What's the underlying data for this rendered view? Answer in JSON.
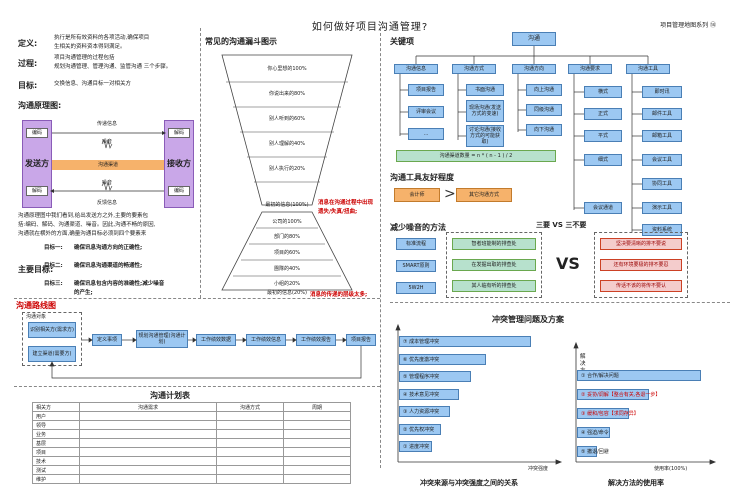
{
  "title": "如何做好项目沟通管理?",
  "series": "项目管理地图系列 ⑭",
  "left": {
    "def_label": "定义:",
    "def_text1": "执行是所有效资料的各项活动,确保项目",
    "def_text2": "生相关的资料资本得到满足。",
    "proc_label": "过程:",
    "proc_text1": "项目沟通管理的过程包括",
    "proc_text2": "规划沟通管理、管理沟通、监管沟通 三个步骤。",
    "goal_label": "目标:",
    "goal_text": "交换信息、沟通目标一对相关方",
    "principle_label": "沟通原理图:",
    "encode": "编码",
    "decode": "解码",
    "transmit": "传递信息",
    "feedback": "反馈信息",
    "noise": "噪音",
    "channel": "沟通渠道",
    "sender": "发送方",
    "receiver": "接收方",
    "desc1": "沟通原理图中我们看到,给出发送方之外,主要的要素包",
    "desc2": "括:编码、解码、沟通渠道、噪音。因此,沟通不畅的原因,",
    "desc3": "沟通就在横外的方面,确量沟通目标必须到四个要素来",
    "main_goal_label": "主要目标:",
    "g1_label": "目标一:",
    "g1_text": "确保讯息沟通方向的正确性;",
    "g2_label": "目标二:",
    "g2_text": "确保讯息沟通渠道的畅通性;",
    "g3_label": "目标三:",
    "g3_text1": "确保讯息包含内容的准确性;减少噪音",
    "g3_text2": "的产生;"
  },
  "funnel": {
    "title": "常见的沟通漏斗图示",
    "layers": [
      "你心里想的100%",
      "你说出来的80%",
      "别人听到的60%",
      "别人理解的40%",
      "别人执行的20%"
    ],
    "note_top": "最初的信息(100%)",
    "warn1": "消息在沟通过程中出现",
    "warn2": "遗失/失真/扭曲;",
    "layers2": [
      "公司的100%",
      "部门的80%",
      "项目的60%",
      "團隊的40%",
      "小组的20%"
    ],
    "note_bottom": "最初的信息(20%)",
    "warn3": "消息的传递的层级太多;"
  },
  "keys": {
    "label": "关键项",
    "root": "沟通",
    "cats": [
      "沟通信息",
      "沟通方式",
      "沟通方向",
      "沟通要求",
      "沟通工具"
    ],
    "info": [
      "项目报告",
      "评审会议",
      "..."
    ],
    "method": [
      "书面沟通",
      "现场沟通(发送方式的变速)",
      "讨论沟通(接收方式的可能获取)"
    ],
    "dir": [
      "向上沟通",
      "同级沟通",
      "向下沟通"
    ],
    "req": [
      "横式",
      "正式",
      "平式",
      "细式",
      "会议通道"
    ],
    "tools": [
      "即时讯",
      "邮件工具",
      "邮箱工具",
      "会议工具",
      "协同工具",
      "演示工具",
      "资料系统"
    ],
    "formula": "沟通渠道数量 = n * ( n - 1 ) / 2"
  },
  "tool_friendly": {
    "label": "沟通工具友好程度",
    "a": "会计师",
    "b": "其它沟通方式"
  },
  "noise_methods": {
    "label": "减少噪音的方法",
    "items": [
      "标准流程",
      "SMART原则",
      "5W2H"
    ],
    "mid": [
      "智者班能制的排查处",
      "在发掘出取的排查处",
      "其人临有听的排查处"
    ]
  },
  "vs": {
    "title": "三要 VS 三不要",
    "vs": "VS",
    "items": [
      "坚决要清晰的排不要说",
      "还有环境要极的排不要忍",
      "传话不该的将传不要认"
    ]
  },
  "route": {
    "label": "沟通路线图",
    "collect": "沟通对象",
    "left1": "识别相关方(需求方)",
    "left2": "建立渠道(需要方)",
    "steps": [
      "定义事项",
      "规划沟通管理(沟通计划)",
      "工作绩效数据",
      "工作绩效信息",
      "工作绩效报告",
      "项目报告"
    ]
  },
  "plan": {
    "title": "沟通计划表",
    "headers": [
      "相关方",
      "沟通需求",
      "沟通方式",
      "周期"
    ],
    "rows": [
      "用户",
      "领导",
      "业务",
      "基层",
      "项目",
      "技术",
      "测试",
      "维护"
    ]
  },
  "conflict": {
    "title": "冲突管理问题及方案",
    "items": [
      "⑦ 成本管理冲突",
      "⑥ 优先度激冲突",
      "⑤ 管理程序冲突",
      "④ 技术意见冲突",
      "③ 人力资源冲突",
      "② 优先权冲突",
      "① 进度冲突"
    ],
    "values": [
      88,
      58,
      48,
      40,
      34,
      28,
      22
    ],
    "xlabel": "冲突强度",
    "caption": "冲突来源与冲突强度之间的关系"
  },
  "solve": {
    "ylabel": "解决方法",
    "items": [
      "① 合作/解决问题",
      "② 妥协/调解【整合有关,各退一步】",
      "③ 缓和/包容【求同存异】",
      "④ 强迫/命令",
      "⑤ 撤退/回避"
    ],
    "values": [
      95,
      55,
      40,
      25,
      15
    ],
    "xlabel": "使用率(100%)",
    "caption": "解决方法的使用率"
  }
}
